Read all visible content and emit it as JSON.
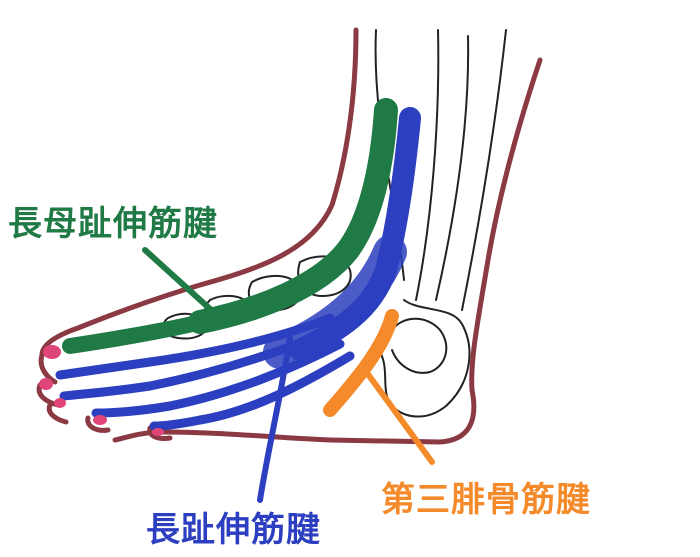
{
  "labels": {
    "extensor_hallucis_longus": "長母趾伸筋腱",
    "extensor_digitorum_longus": "長趾伸筋腱",
    "peroneus_tertius": "第三腓骨筋腱"
  },
  "colors": {
    "skin_outline": "#8b3a44",
    "bone_outline": "#222222",
    "extensor_hallucis_longus": "#1f7a45",
    "extensor_digitorum_longus": "#2b3fc0",
    "peroneus_tertius": "#f58a2a",
    "toenail": "#e0457a",
    "background": "#ffffff"
  }
}
